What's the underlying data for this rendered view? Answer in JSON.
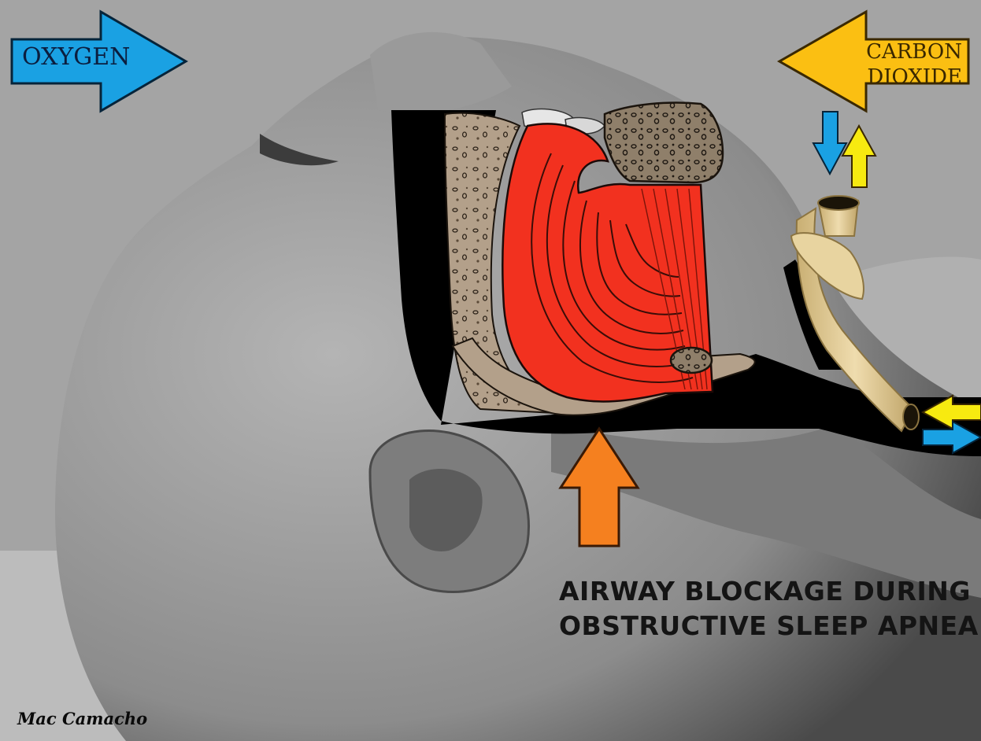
{
  "labels": {
    "oxygen": "OXYGEN",
    "carbon_dioxide_line1": "CARBON",
    "carbon_dioxide_line2": "DIOXIDE",
    "title_line1": "AIRWAY BLOCKAGE DURING",
    "title_line2": "OBSTRUCTIVE SLEEP APNEA",
    "signature": "Mac Camacho"
  },
  "colors": {
    "oxygen_arrow": "#1aa1e3",
    "carbon_dioxide_arrow": "#fbbf12",
    "small_exhale_arrow": "#f7ea10",
    "blockage_arrow": "#f5801f",
    "tongue": "#f2311f",
    "bone": "#b5a28c",
    "tube": "#e2cc95",
    "airway": "#000000"
  },
  "icons": [
    "oxygen-arrow",
    "carbon-dioxide-arrow",
    "blockage-arrow",
    "breathing-tube",
    "tongue",
    "airway-channel"
  ]
}
